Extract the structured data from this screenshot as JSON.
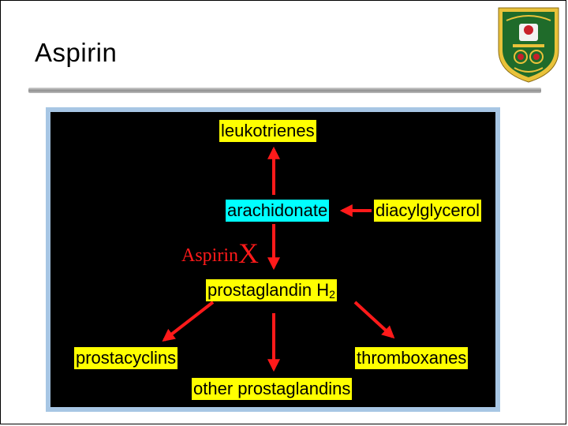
{
  "slide": {
    "title": "Aspirin"
  },
  "diagram": {
    "nodes": {
      "leukotrienes": "leukotrienes",
      "arachidonate": "arachidonate",
      "diacylglycerol": "diacylglycerol",
      "prostaglandin_h2": "prostaglandin H",
      "prostaglandin_h2_subscript": "2",
      "prostacyclins": "prostacyclins",
      "thromboxanes": "thromboxanes",
      "other_prostaglandins": "other prostaglandins"
    },
    "inhibitor": {
      "label": "Aspirin",
      "mark": "X"
    }
  },
  "colors": {
    "node_fill": "#ffff00",
    "highlight_fill": "#00ffff",
    "arrow": "#ff1a1a",
    "panel_border": "#a7c6e4",
    "logo_green": "#1f6b2a",
    "logo_gold": "#e9c23a"
  }
}
